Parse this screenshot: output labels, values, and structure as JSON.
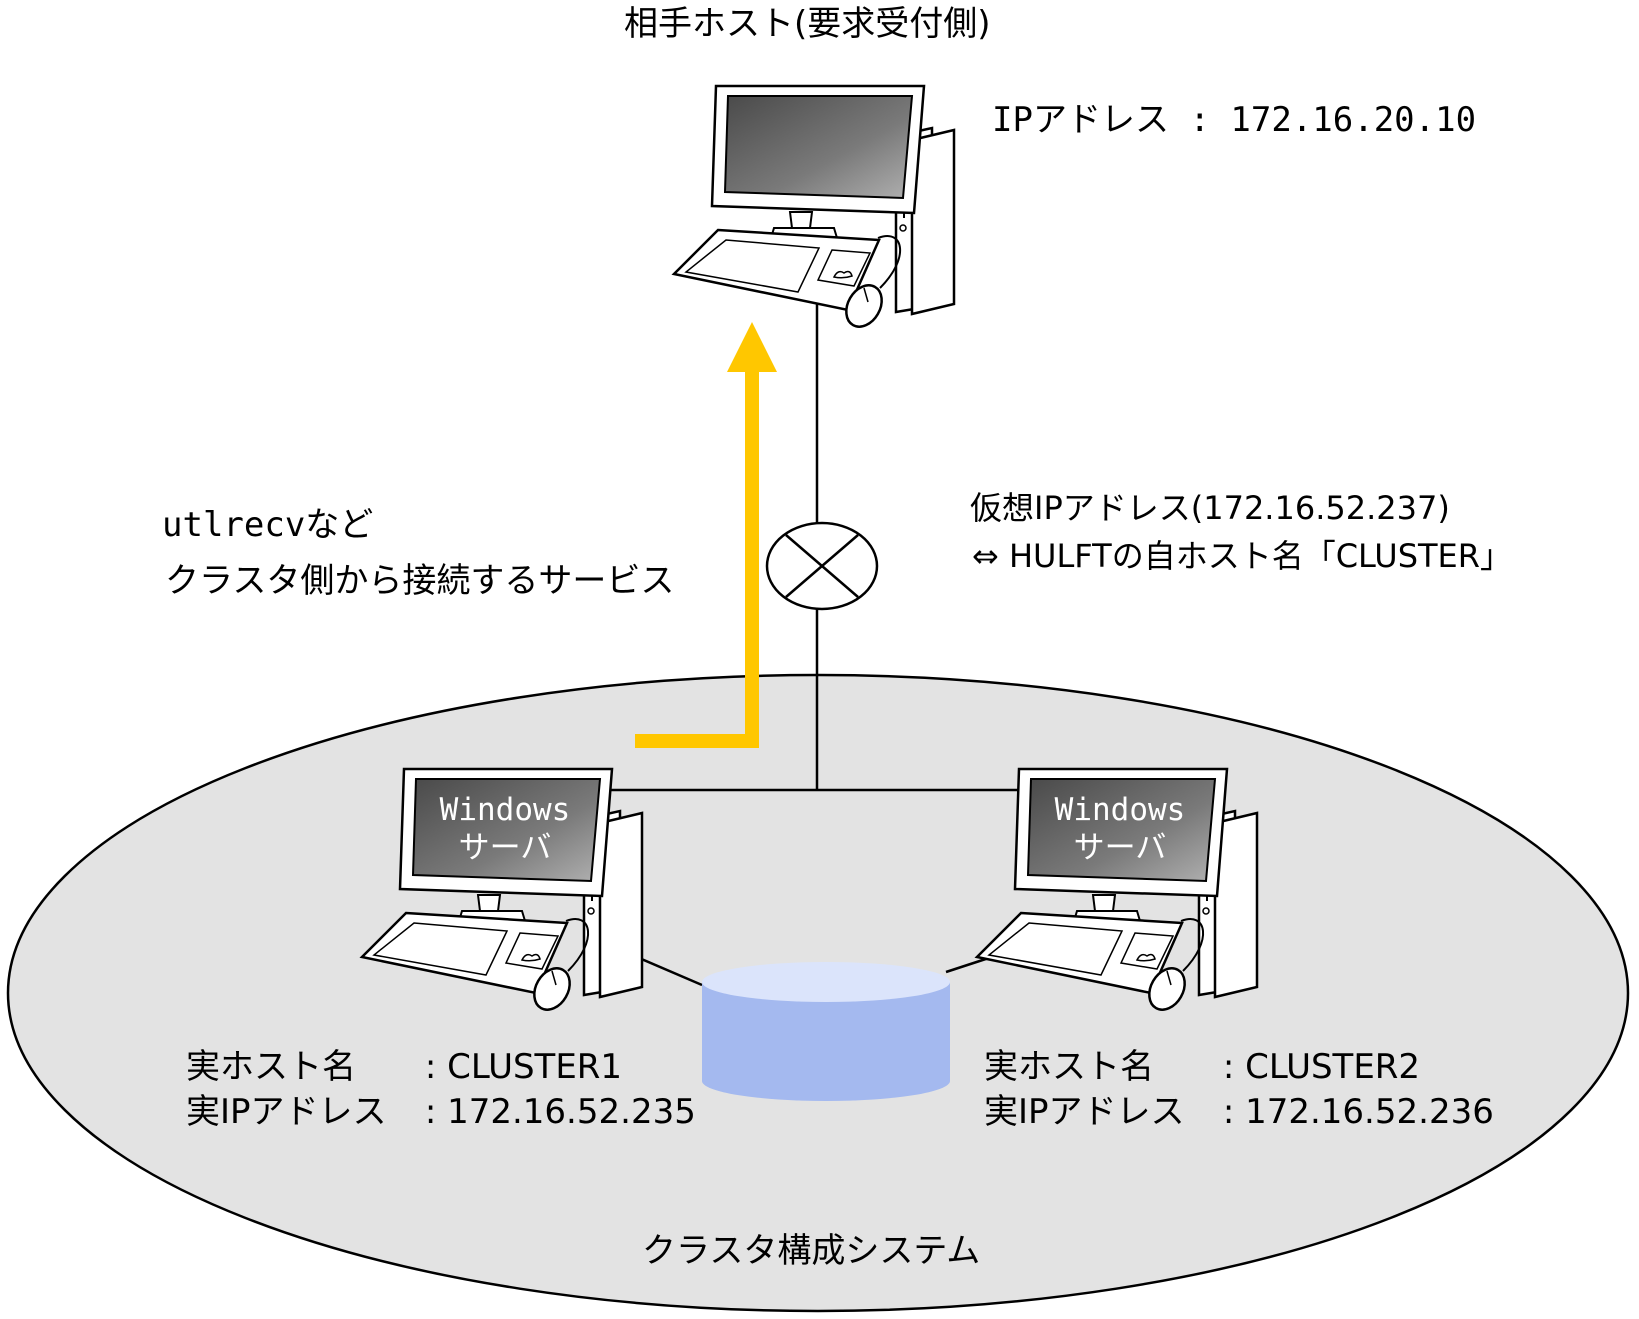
{
  "remote_host": {
    "title": "相手ホスト(要求受付側)",
    "ip_label": "IPアドレス",
    "ip": "172.16.20.10"
  },
  "service": {
    "line1": "utlrecvなど",
    "line2": "クラスタ側から接続するサービス"
  },
  "virtual_ip": {
    "line1": "仮想IPアドレス(172.16.52.237)",
    "line2": "⇔ HULFTの自ホスト名「CLUSTER」"
  },
  "server1": {
    "screen_line1": "Windows",
    "screen_line2": "サーバ",
    "host_label": "実ホスト名",
    "host": "CLUSTER1",
    "ip_label": "実IPアドレス",
    "ip": "172.16.52.235"
  },
  "server2": {
    "screen_line1": "Windows",
    "screen_line2": "サーバ",
    "host_label": "実ホスト名",
    "host": "CLUSTER2",
    "ip_label": "実IPアドレス",
    "ip": "172.16.52.236"
  },
  "cluster": {
    "caption": "クラスタ構成システム"
  },
  "separator": ":",
  "colors": {
    "cluster_fill": "#e3e3e3",
    "arrow": "#ffc700",
    "storage": "#a4b9ef",
    "screen": "#6d6d6d"
  },
  "icons": {
    "computers": "desktop-computer-icon",
    "storage": "shared-disk-icon",
    "router": "router-icon"
  }
}
